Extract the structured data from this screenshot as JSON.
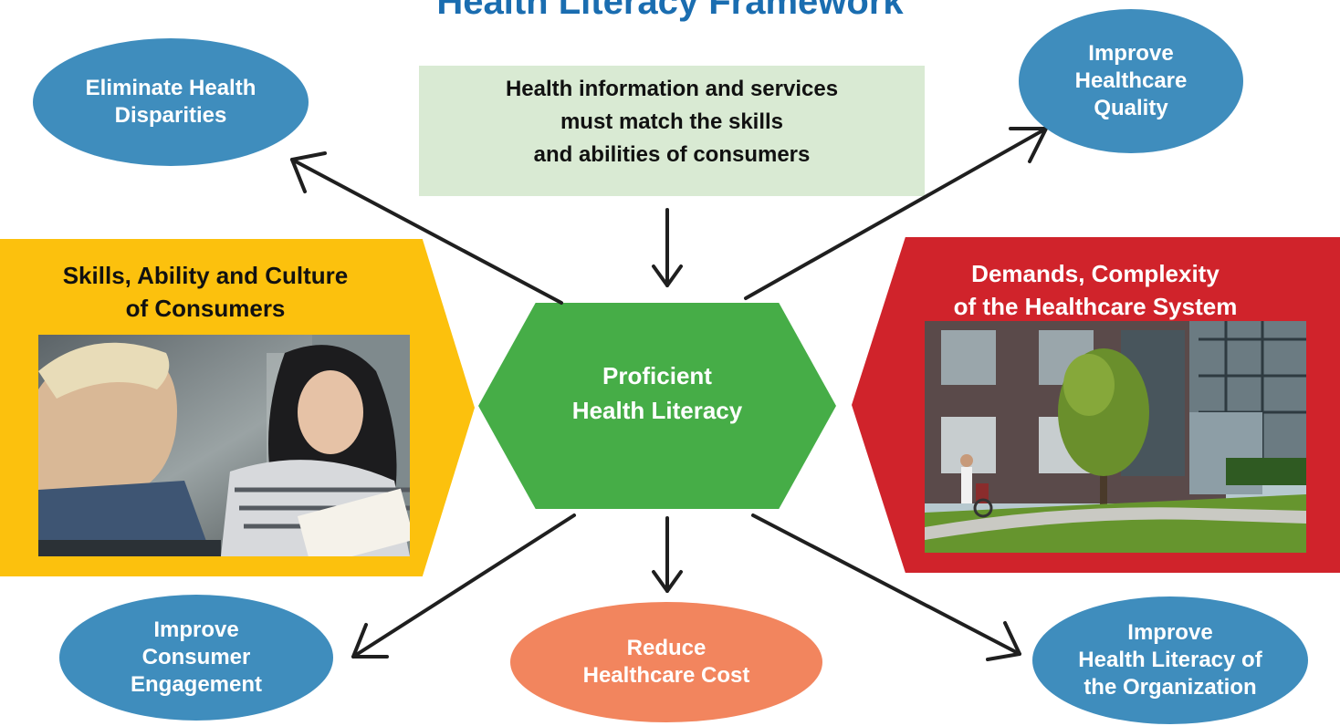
{
  "title": "Health Literacy Framework",
  "center_message": "Health information and services\nmust match the skills\nand abilities of consumers",
  "hub": "Proficient\nHealth Literacy",
  "left_panel": {
    "title": "Skills, Ability and Culture\nof Consumers",
    "photo": "consumers-talking-photo"
  },
  "right_panel": {
    "title": "Demands, Complexity\nof the Healthcare System",
    "photo": "healthcare-building-photo"
  },
  "outcomes": {
    "top_left": "Eliminate Health\nDisparities",
    "top_right": "Improve\nHealthcare\nQuality",
    "bottom_left": "Improve\nConsumer\nEngagement",
    "bottom_center": "Reduce\nHealthcare Cost",
    "bottom_right": "Improve\nHealth Literacy of\nthe Organization"
  },
  "colors": {
    "title": "#1a6db0",
    "oval_blue": "#3f8dbd",
    "oval_orange": "#f2855e",
    "hub_green": "#46ad47",
    "consumer_yellow": "#fcc10d",
    "system_red": "#d0232b",
    "message_green": "#d9ead3"
  }
}
